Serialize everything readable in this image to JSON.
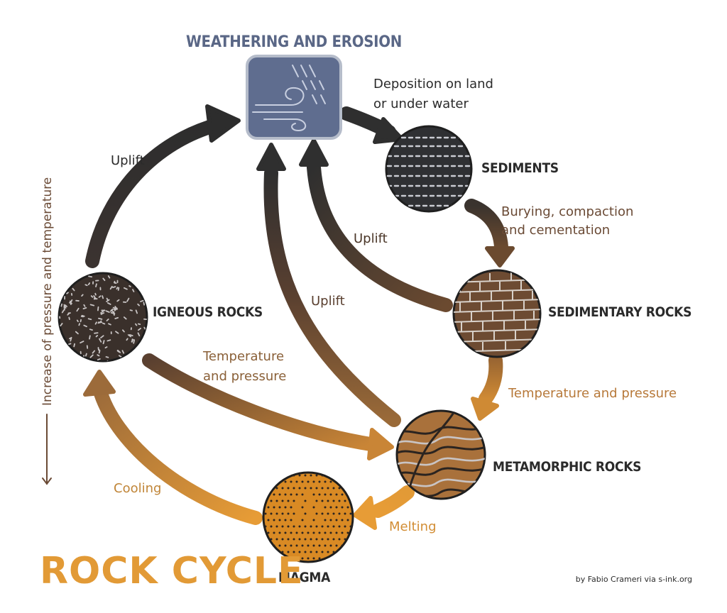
{
  "nodes": {
    "weathering": "WEATHERING AND EROSION",
    "sediments": "SEDIMENTS",
    "sedimentary": "SEDIMENTARY ROCKS",
    "metamorphic": "METAMORPHIC ROCKS",
    "magma": "MAGMA",
    "igneous": "IGNEOUS ROCKS"
  },
  "edges": {
    "deposition_line1": "Deposition on land",
    "deposition_line2": "or under water",
    "burying_line1": "Burying, compaction",
    "burying_line2": "and cementation",
    "temp_pressure_right": "Temperature and pressure",
    "melting": "Melting",
    "cooling": "Cooling",
    "temp_pressure_left_line1": "Temperature",
    "temp_pressure_left_line2": "and pressure",
    "uplift_igneous": "Uplift",
    "uplift_metamorphic": "Uplift",
    "uplift_sedimentary": "Uplift"
  },
  "side_axis_label": "Increase of pressure and temperature",
  "title": "ROCK CYCLE",
  "credit": "by Fabio Crameri via s-ink.org",
  "colors": {
    "dark": "#2f2f2f",
    "brown_dark": "#4a3628",
    "brown": "#7a5532",
    "orange_brown": "#b77a36",
    "orange": "#e29a36",
    "slate": "#5f6d8f",
    "text_dark": "#2b2b2b",
    "text_brown": "#6a4a35",
    "text_orange": "#c98a33"
  }
}
